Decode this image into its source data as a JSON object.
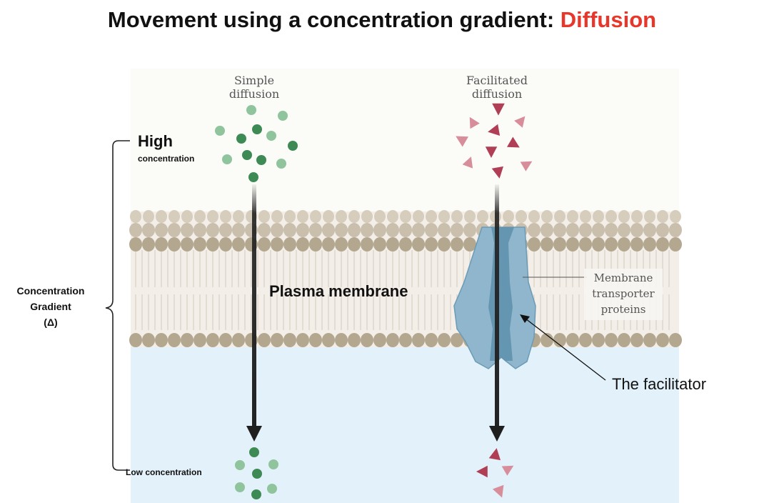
{
  "title": {
    "main": "Movement using a concentration gradient: ",
    "accent": "Diffusion"
  },
  "labels": {
    "simple_line1": "Simple",
    "simple_line2": "diffusion",
    "facilitated_line1": "Facilitated",
    "facilitated_line2": "diffusion",
    "high": "High",
    "high_sub": "concentration",
    "low": "Low concentration",
    "gradient_line1": "Concentration",
    "gradient_line2": "Gradient",
    "gradient_line3": "(Δ)",
    "plasma_membrane": "Plasma membrane",
    "transporter_line1": "Membrane",
    "transporter_line2": "transporter",
    "transporter_line3": "proteins",
    "facilitator": "The facilitator"
  },
  "colors": {
    "title_accent": "#e8362b",
    "extracellular_bg": "#fbfcf8",
    "intracellular_bg": "#e2f1fa",
    "lipid_head": "#bfb49e",
    "protein": "#8fb6cc",
    "protein_dark": "#5c8ea9",
    "molecule_green": "#3d8a55",
    "molecule_red": "#b84a5e"
  }
}
